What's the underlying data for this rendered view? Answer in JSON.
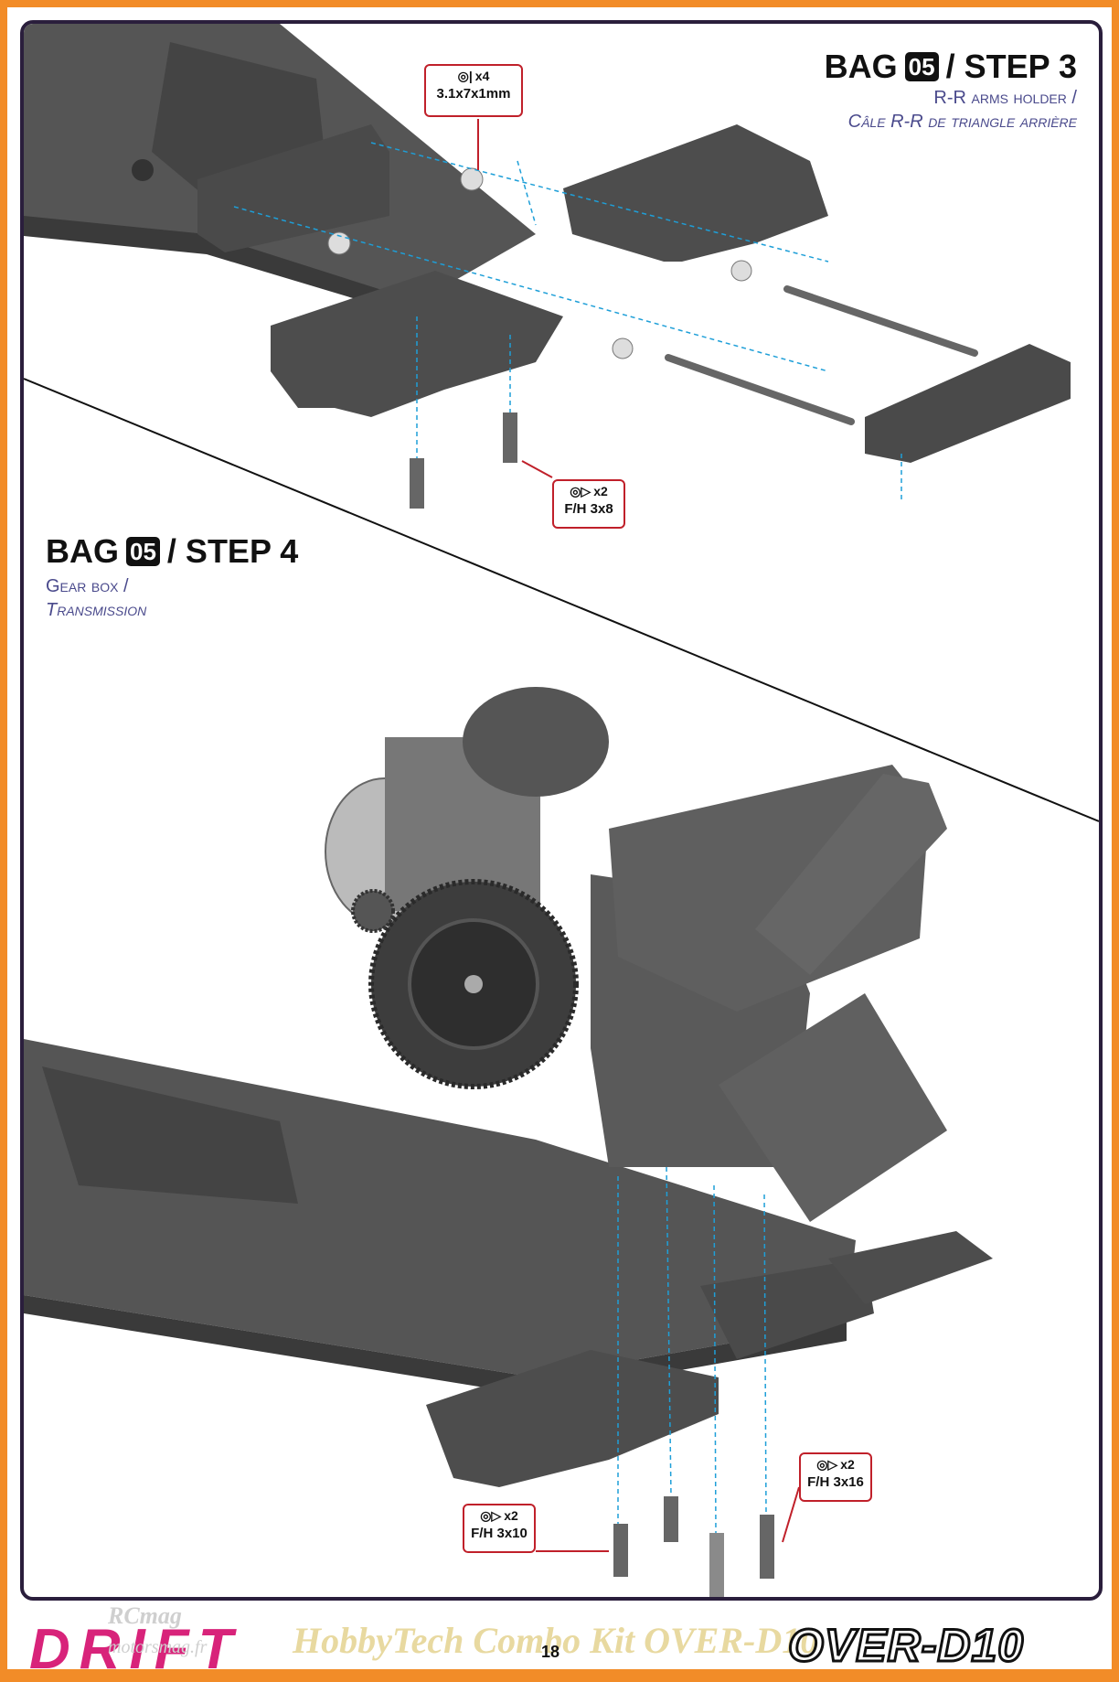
{
  "step3": {
    "bag_label": "BAG",
    "bag_number": "05",
    "step_label": "/ STEP 3",
    "subtitle_en": "R-R arms holder /",
    "subtitle_fr": "Câle R-R de triangle arrière",
    "callout_washer": {
      "qty": "x4",
      "size": "3.1x7x1mm"
    },
    "callout_screw": {
      "qty": "x2",
      "size": "F/H 3x8"
    }
  },
  "step4": {
    "bag_label": "BAG",
    "bag_number": "05",
    "step_label": "/ STEP 4",
    "subtitle_en": "Gear box /",
    "subtitle_fr": "Transmission",
    "callout_screw_a": {
      "qty": "x2",
      "size": "F/H 3x10"
    },
    "callout_screw_b": {
      "qty": "x2",
      "size": "F/H 3x16"
    }
  },
  "footer": {
    "series_logo": "DRIFT",
    "watermark_top": "RCmag",
    "watermark_bottom": "motorsmag.fr",
    "kit_title": "HobbyTech Combo Kit OVER-D10",
    "page_number": "18",
    "brand_logo": "OVER-D10"
  },
  "colors": {
    "frame_accent": "#f28c28",
    "frame_border": "#2a1e3c",
    "subtitle": "#4a4a8c",
    "callout_border": "#c0202a",
    "guide_line": "#1e9fd8",
    "part": "#4a4a4a",
    "logo_pink": "#d8237a"
  }
}
